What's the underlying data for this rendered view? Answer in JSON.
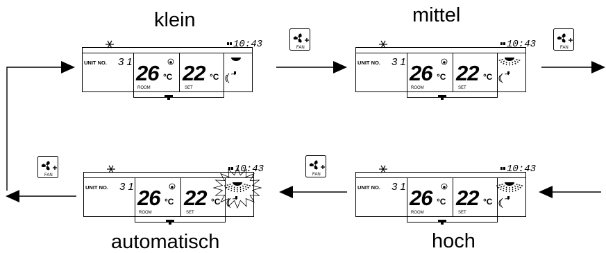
{
  "modes": [
    {
      "name": "klein",
      "unit_label": "UNIT NO.",
      "unit_no": "31",
      "room_temp": "26",
      "set_temp": "22",
      "unit_c": "°C",
      "room_label": "ROOM",
      "set_label": "SET",
      "clock": "10:43",
      "fan_level": "low"
    },
    {
      "name": "mittel",
      "unit_label": "UNIT NO.",
      "unit_no": "31",
      "room_temp": "26",
      "set_temp": "22",
      "unit_c": "°C",
      "room_label": "ROOM",
      "set_label": "SET",
      "clock": "10:43",
      "fan_level": "medium"
    },
    {
      "name": "hoch",
      "unit_label": "UNIT NO.",
      "unit_no": "31",
      "room_temp": "26",
      "set_temp": "22",
      "unit_c": "°C",
      "room_label": "ROOM",
      "set_label": "SET",
      "clock": "10:43",
      "fan_level": "high"
    },
    {
      "name": "automatisch",
      "unit_label": "UNIT NO.",
      "unit_no": "31",
      "room_temp": "26",
      "set_temp": "22",
      "unit_c": "°C",
      "room_label": "ROOM",
      "set_label": "SET",
      "clock": "10:43",
      "fan_level": "auto"
    }
  ],
  "fan_button": {
    "label": "FAN",
    "icon": "fan-plus-icon"
  },
  "colors": {
    "line": "#000000",
    "background": "#ffffff"
  }
}
